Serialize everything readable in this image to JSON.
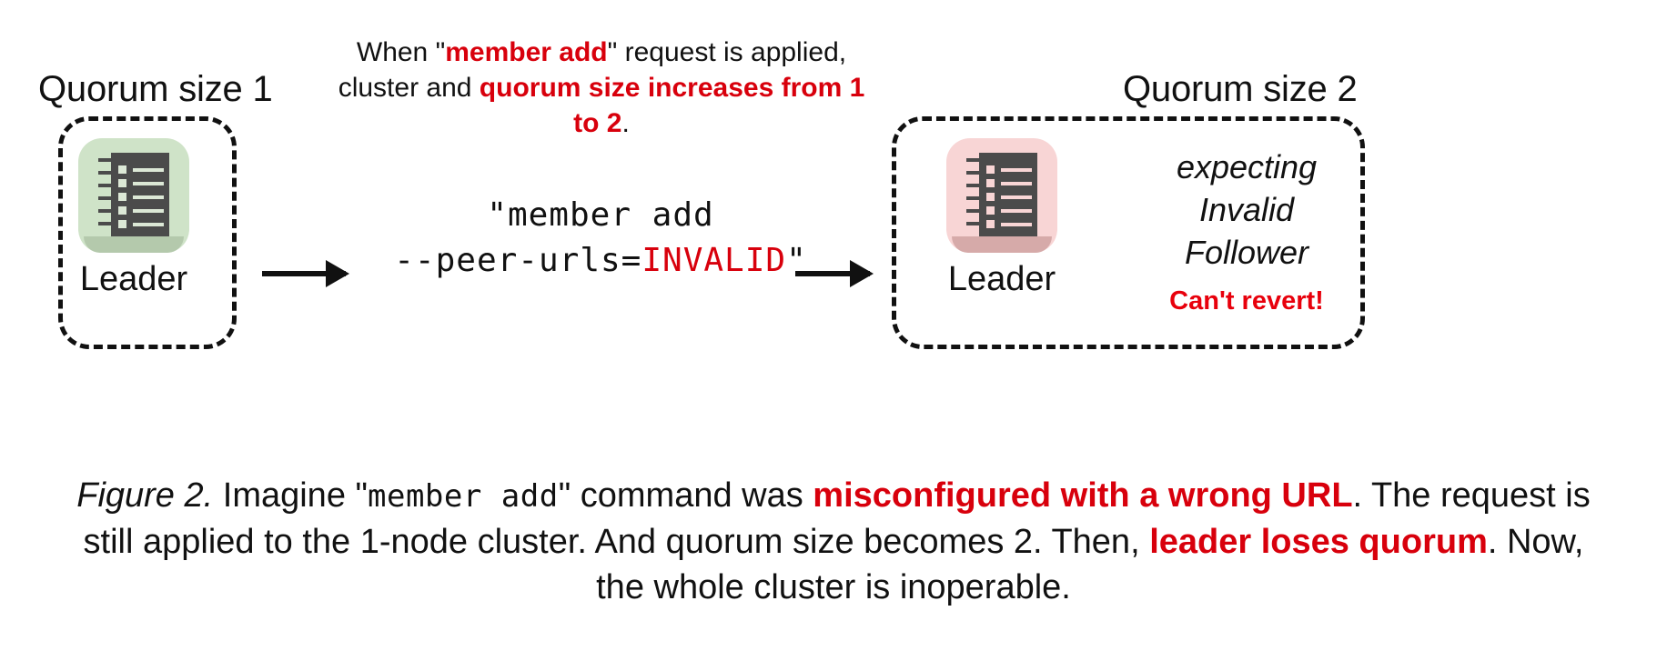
{
  "diagram": {
    "left_cluster": {
      "quorum_label": "Quorum size 1",
      "node_label": "Leader",
      "node_icon": "ledger-book-icon",
      "tile_color": "#cfe3c8"
    },
    "right_cluster": {
      "quorum_label": "Quorum size 2",
      "node_label": "Leader",
      "node_icon": "ledger-book-icon",
      "tile_color": "#f8d5d5",
      "status_lines": [
        "expecting",
        "Invalid",
        "Follower"
      ],
      "warning": "Can't revert!"
    },
    "top_note": {
      "part1": "When \"",
      "emphasis1": "member add",
      "part2": "\" request is applied, cluster and ",
      "emphasis2": "quorum size increases from 1 to 2",
      "part3": "."
    },
    "command": {
      "line1": "\"member add",
      "line2_prefix": "--peer-urls=",
      "line2_value": "INVALID",
      "line2_suffix": "\""
    },
    "arrows": [
      "arrow-left-to-command",
      "arrow-command-to-right"
    ],
    "colors": {
      "accent_red": "#d8000c",
      "warning_red": "#e8000c",
      "ink_dark": "#4b4b4b",
      "green_tile": "#cfe3c8",
      "green_base": "#b4c9ac",
      "pink_tile": "#f8d5d5",
      "pink_base": "#d6aaa9"
    }
  },
  "caption": {
    "label": "Figure 2.",
    "seg1": " Imagine \"",
    "code1": "member add",
    "seg2": "\" command was ",
    "bold1": "misconfigured with a wrong URL",
    "seg3": ". The request is still applied to the 1-node cluster. And quorum size becomes 2. Then, ",
    "bold2": "leader loses quorum",
    "seg4": ". Now, the whole cluster is inoperable."
  }
}
